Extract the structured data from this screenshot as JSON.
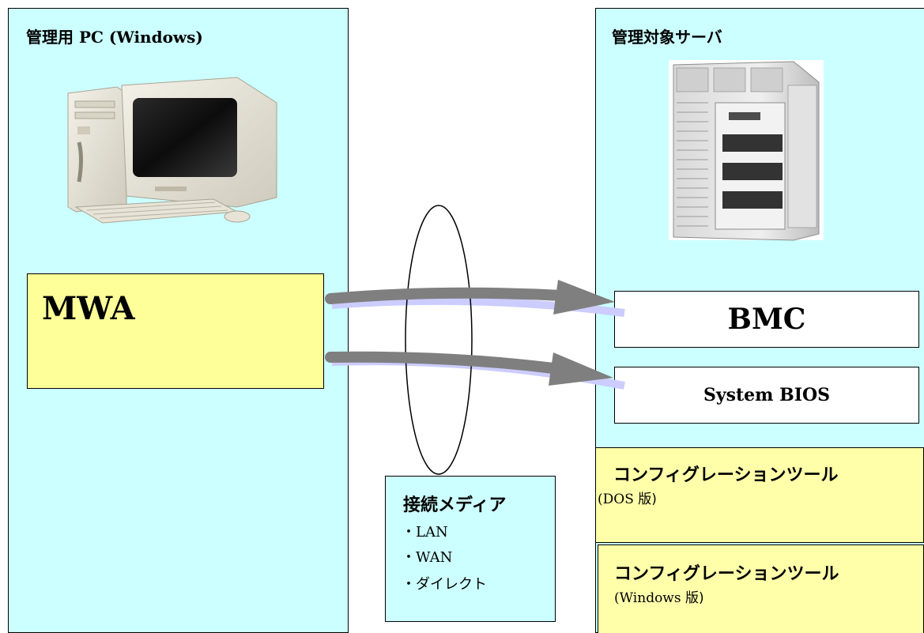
{
  "left_panel": {
    "title_jp": "管理用",
    "title_en": "PC (Windows)",
    "image_label": "desktop-pc-image"
  },
  "right_panel": {
    "title": "管理対象サーバ",
    "image_label": "tower-server-image"
  },
  "mwa": {
    "label": "MWA"
  },
  "bmc": {
    "label": "BMC"
  },
  "bios": {
    "label": "System BIOS"
  },
  "config_dos": {
    "title": "コンフィグレーションツール",
    "sub_en": "(DOS ",
    "sub_jp": "版)"
  },
  "config_win": {
    "title": "コンフィグレーションツール",
    "sub_en": "(Windows ",
    "sub_jp": "版)"
  },
  "media": {
    "title": "接続メディア",
    "items": [
      "・LAN",
      "・WAN",
      "・ダイレクト"
    ]
  },
  "colors": {
    "panel": "#ccffff",
    "mwa": "#ffff99",
    "config": "#ffffaa",
    "arrow": "#808080",
    "arrow_shadow": "#ccccff"
  }
}
